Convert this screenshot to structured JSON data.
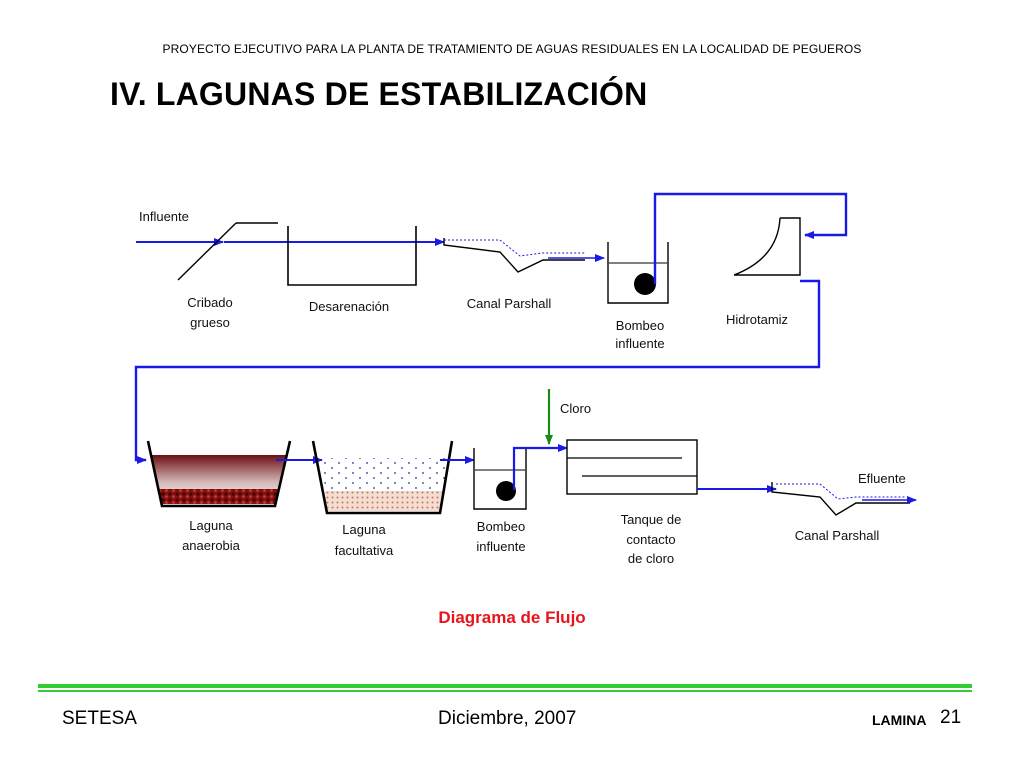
{
  "header": {
    "project": "PROYECTO EJECUTIVO PARA LA PLANTA DE TRATAMIENTO DE AGUAS RESIDUALES EN LA LOCALIDAD DE PEGUEROS",
    "title": "IV. LAGUNAS DE ESTABILIZACIÓN"
  },
  "diagram": {
    "caption": "Diagrama de Flujo",
    "labels": {
      "influente": "Influente",
      "cribado_1": "Cribado",
      "cribado_2": "grueso",
      "desarenacion": "Desarenación",
      "parshall_1": "Canal Parshall",
      "bombeo1_1": "Bombeo",
      "bombeo1_2": "influente",
      "hidrotamiz": "Hidrotamiz",
      "cloro": "Cloro",
      "laguna_an_1": "Laguna",
      "laguna_an_2": "anaerobia",
      "laguna_fa_1": "Laguna",
      "laguna_fa_2": "facultativa",
      "bombeo2_1": "Bombeo",
      "bombeo2_2": "influente",
      "tanque_1": "Tanque de",
      "tanque_2": "contacto",
      "tanque_3": "de cloro",
      "parshall_2": "Canal Parshall",
      "efluente": "Efluente"
    }
  },
  "colors": {
    "flow": "#1a1ae6",
    "chlorine": "#1a8a1a",
    "caption": "#e8141c",
    "rule": "#33cc33"
  },
  "footer": {
    "company": "SETESA",
    "date": "Diciembre, 2007",
    "lamina_label": "LAMINA",
    "lamina_number": "21"
  }
}
